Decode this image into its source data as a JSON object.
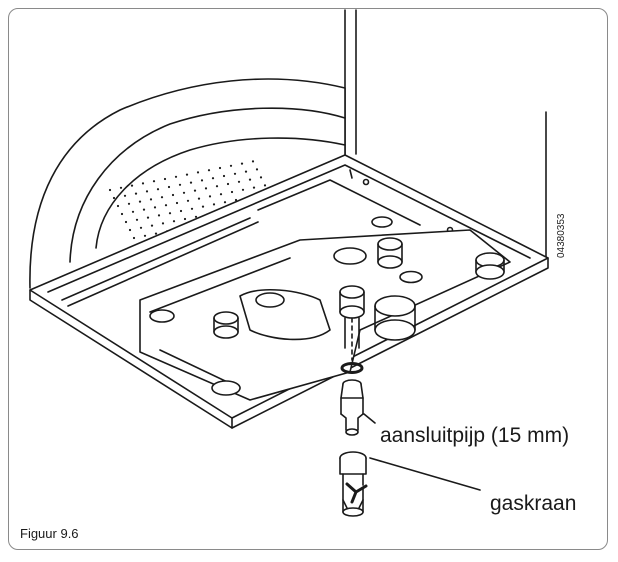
{
  "figure": {
    "caption": "Figuur 9.6",
    "document_number": "04380353"
  },
  "callouts": {
    "pipe": "aansluitpijp (15 mm)",
    "valve": "gaskraan"
  },
  "colors": {
    "line": "#1a1a1a",
    "frame": "#8a8a8a",
    "fill": "#ffffff"
  }
}
